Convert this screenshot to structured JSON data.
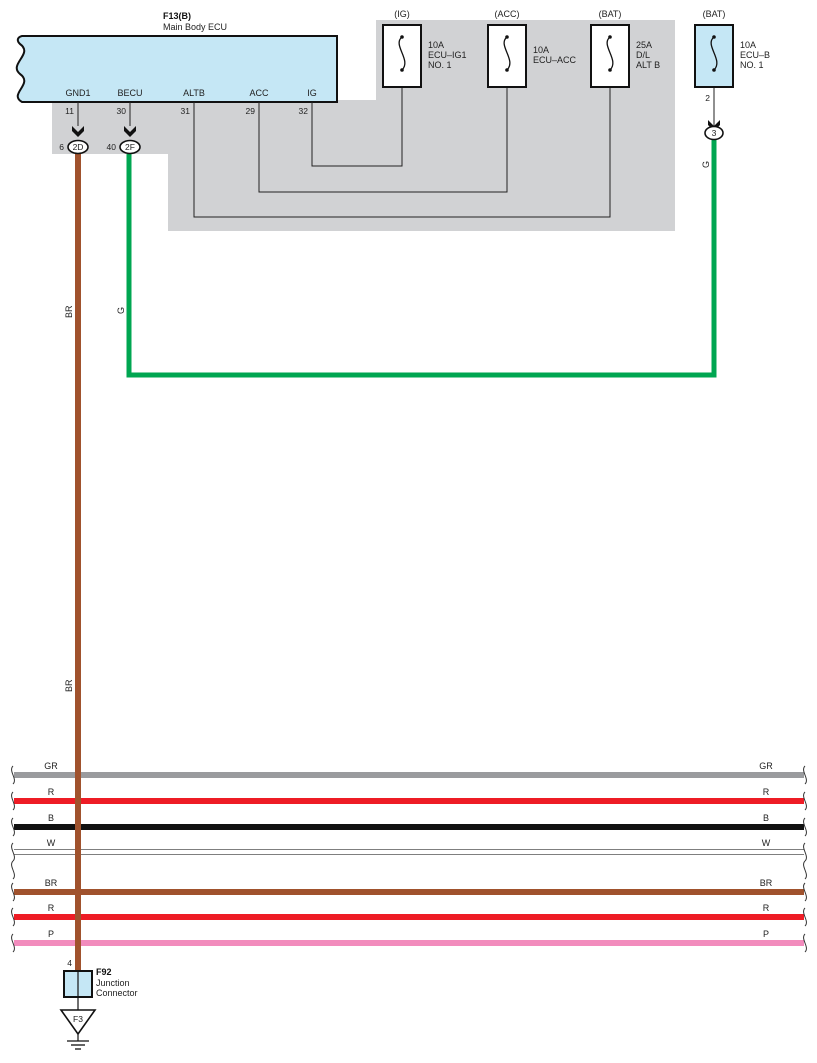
{
  "ecu": {
    "code": "F13(B)",
    "name": "Main Body ECU",
    "pins": [
      {
        "label": "GND1",
        "num": "11"
      },
      {
        "label": "BECU",
        "num": "30"
      },
      {
        "label": "ALTB",
        "num": "31"
      },
      {
        "label": "ACC",
        "num": "29"
      },
      {
        "label": "IG",
        "num": "32"
      }
    ]
  },
  "junction_connectors": [
    {
      "pin": "6",
      "id": "2D"
    },
    {
      "pin": "40",
      "id": "2F"
    }
  ],
  "fuses": [
    {
      "source": "(IG)",
      "rating": "10A",
      "line1": "ECU–IG1",
      "line2": "NO. 1"
    },
    {
      "source": "(ACC)",
      "rating": "10A",
      "line1": "ECU–ACC",
      "line2": ""
    },
    {
      "source": "(BAT)",
      "rating": "25A",
      "line1": "D/L",
      "line2": "ALT B"
    },
    {
      "source": "(BAT)",
      "rating": "10A",
      "line1": "ECU–B",
      "line2": "NO. 1",
      "pin": "2",
      "connector": "3"
    }
  ],
  "wire_labels": {
    "brown": "BR",
    "green": "G"
  },
  "harness": [
    {
      "color_code": "GR",
      "color": "#9a9b9e"
    },
    {
      "color_code": "R",
      "color": "#ee1c25"
    },
    {
      "color_code": "B",
      "color": "#111111"
    },
    {
      "color_code": "W",
      "color": "#ffffff"
    },
    {
      "color_code": "BR",
      "color": "#a0522d"
    },
    {
      "color_code": "R",
      "color": "#ee1c25"
    },
    {
      "color_code": "P",
      "color": "#f28cbd"
    }
  ],
  "junction": {
    "pin": "4",
    "code": "F92",
    "line1": "Junction",
    "line2": "Connector"
  },
  "ground": {
    "code": "F3"
  },
  "colors": {
    "shade": "#d1d2d4",
    "ecu_fill": "#c5e7f5",
    "brown_wire": "#a0522d",
    "green_wire": "#00a651"
  }
}
